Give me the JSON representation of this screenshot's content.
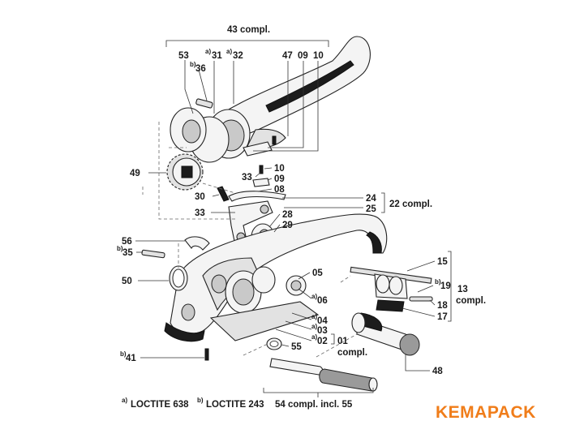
{
  "brand": {
    "name": "KEMAPACK",
    "color": "#f07d1a"
  },
  "labels": {
    "p43": "43 compl.",
    "p53": "53",
    "p31": "31",
    "p31_sup": "a)",
    "p32": "32",
    "p32_sup": "a)",
    "p47": "47",
    "p09top": "09",
    "p10top": "10",
    "p36": "36",
    "p36_sup": "b)",
    "p49": "49",
    "p33a": "33",
    "p10": "10",
    "p09": "09",
    "p08": "08",
    "p30": "30",
    "p24": "24",
    "p25": "25",
    "p22": "22 compl.",
    "p33b": "33",
    "p28": "28",
    "p29": "29",
    "p56": "56",
    "p35": "35",
    "p35_sup": "b)",
    "p50": "50",
    "p05": "05",
    "p15": "15",
    "p19": "19",
    "p19_sup": "b)",
    "p13": "13",
    "p13b": "compl.",
    "p18": "18",
    "p17": "17",
    "p06": "06",
    "p06_sup": "a)",
    "p04": "04",
    "p04_sup": "a)",
    "p03": "03",
    "p03_sup": "a)",
    "p02": "02",
    "p02_sup": "a)",
    "p01": "01",
    "p01b": "compl.",
    "p55": "55",
    "p41": "41",
    "p41_sup": "b)",
    "p48": "48",
    "p54": "54 compl. incl. 55"
  },
  "notes": {
    "a_marker": "a)",
    "a_text": "LOCTITE 638",
    "b_marker": "b)",
    "b_text": "LOCTITE 243"
  }
}
